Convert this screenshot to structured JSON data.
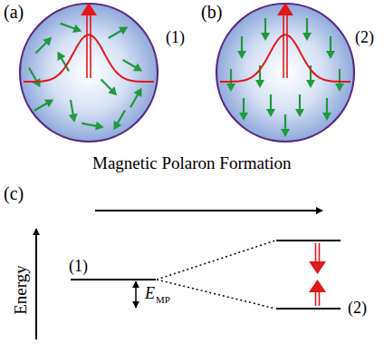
{
  "diagram": {
    "nodes": [
      {
        "text": [
          "(1)"
        ]
      },
      {
        "text": [
          "(2)"
        ]
      }
    ],
    "labels": [
      "(a)",
      "(b)",
      "Magnetic Polaron Formation",
      "(c)",
      "Energy",
      "(1)",
      "E",
      "MP",
      "(2)"
    ]
  }
}
